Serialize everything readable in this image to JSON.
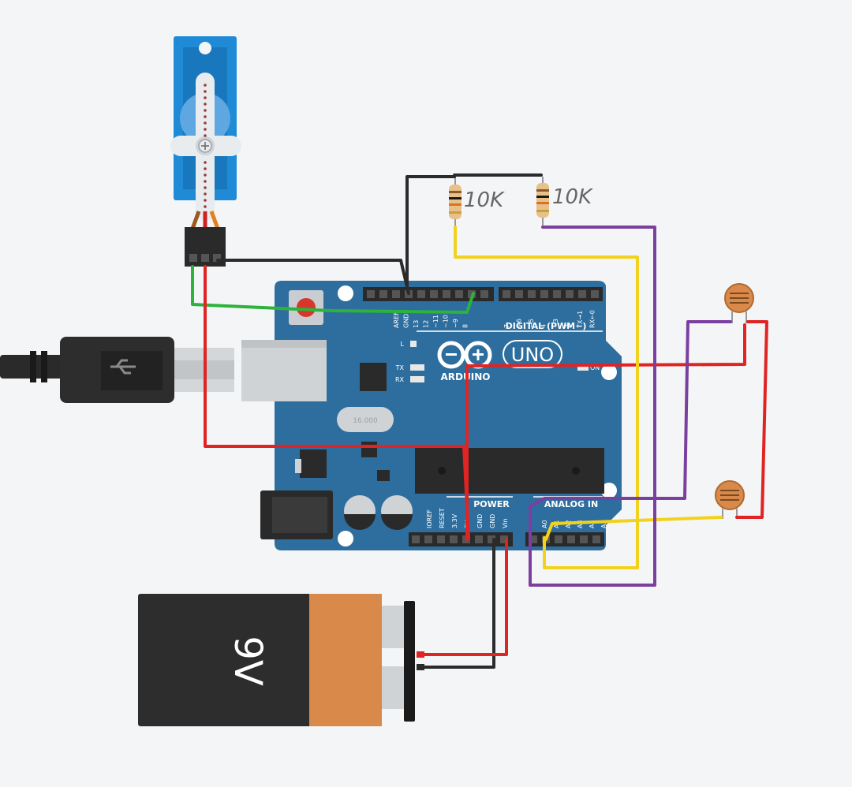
{
  "board": {
    "brand": "ARDUINO",
    "model": "UNO",
    "digital_header": "DIGITAL (PWM~)",
    "power_header": "POWER",
    "analog_header": "ANALOG IN",
    "led_l": "L",
    "led_tx": "TX",
    "led_rx": "RX",
    "led_on": "ON",
    "crystal_text": "16.000",
    "digital_pins_left": [
      "AREF",
      "GND",
      "13",
      "12",
      "~11",
      "~10",
      "~9",
      "8"
    ],
    "digital_pins_right": [
      "7",
      "~6",
      "~5",
      "4",
      "~3",
      "2",
      "TX→1",
      "RX←0"
    ],
    "power_pins": [
      "IOREF",
      "RESET",
      "3.3V",
      "5V",
      "GND",
      "GND",
      "Vin"
    ],
    "analog_pins": [
      "A0",
      "A1",
      "A2",
      "A3",
      "A4",
      "A5"
    ]
  },
  "resistors": [
    {
      "label": "10K"
    },
    {
      "label": "10K"
    }
  ],
  "battery": {
    "label": "9V"
  },
  "colors": {
    "background": "#f4f5f6",
    "board": "#2e6e9e",
    "wire_red": "#e02424",
    "wire_black": "#2b2b2b",
    "wire_green": "#2db23c",
    "wire_yellow": "#f2d21c",
    "wire_purple": "#7b3fa0",
    "servo": "#1f8ad6",
    "battery_body": "#2d2d2d",
    "battery_cap": "#d9894a"
  },
  "icons": {
    "usb": "usb-trident-icon",
    "arduino_logo": "infinity-logo-icon"
  }
}
